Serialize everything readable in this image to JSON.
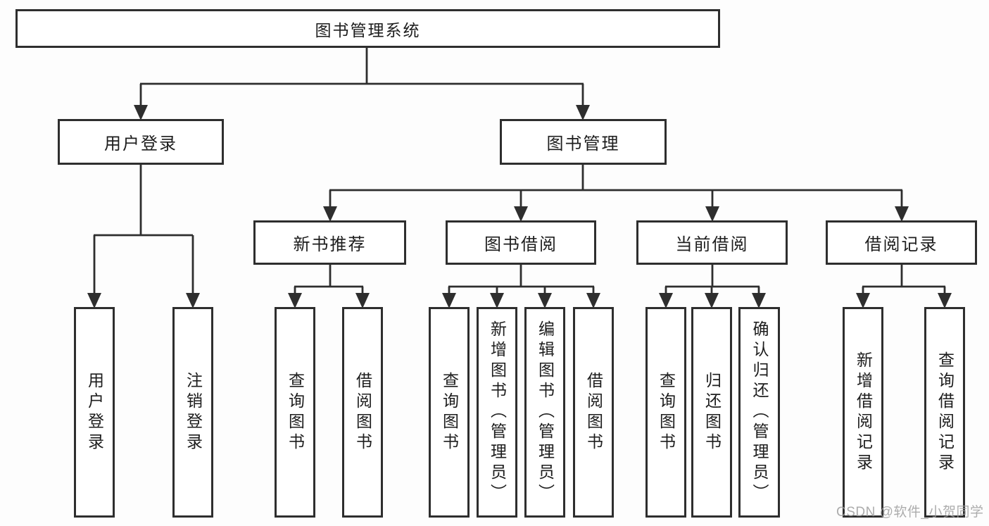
{
  "diagram_title": "图书管理系统",
  "colors": {
    "line": "#2e2e2e",
    "text": "#1d1d1d",
    "watermark": "#9e9e9e",
    "background": "#fdfdfd"
  },
  "watermark": {
    "text": "CSDN @软件_小贺同学"
  },
  "tree": {
    "label": "图书管理系统",
    "children": [
      {
        "label": "用户登录",
        "children": [
          {
            "label": "用户登录"
          },
          {
            "label": "注销登录"
          }
        ]
      },
      {
        "label": "图书管理",
        "children": [
          {
            "label": "新书推荐",
            "children": [
              {
                "label": "查询图书"
              },
              {
                "label": "借阅图书"
              }
            ]
          },
          {
            "label": "图书借阅",
            "children": [
              {
                "label": "查询图书"
              },
              {
                "label": "新增图书（管理员）"
              },
              {
                "label": "编辑图书（管理员）"
              },
              {
                "label": "借阅图书"
              }
            ]
          },
          {
            "label": "当前借阅",
            "children": [
              {
                "label": "查询图书"
              },
              {
                "label": "归还图书"
              },
              {
                "label": "确认归还（管理员）"
              }
            ]
          },
          {
            "label": "借阅记录",
            "children": [
              {
                "label": "新增借阅记录"
              },
              {
                "label": "查询借阅记录"
              }
            ]
          }
        ]
      }
    ]
  }
}
